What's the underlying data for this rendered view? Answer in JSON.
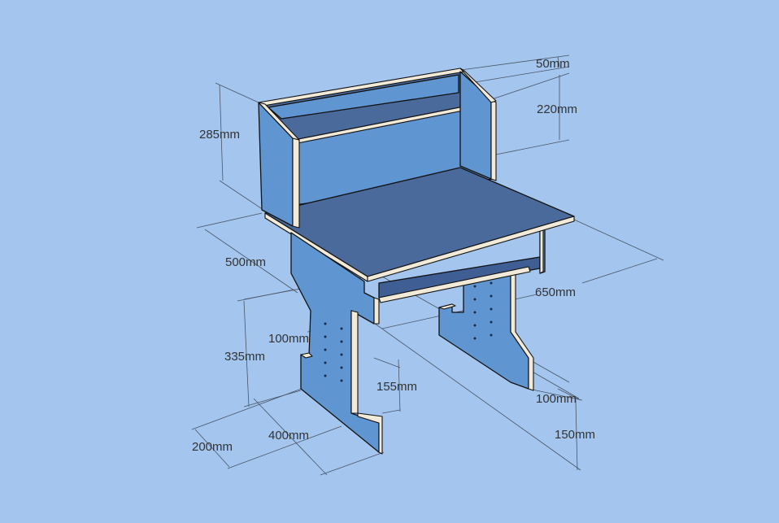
{
  "diagram": {
    "background_color": "#a3c5ee",
    "panel_colors": {
      "top_face": "#4a6a9c",
      "front_face": "#5f95d0",
      "shelf_face": "#3f5f94",
      "plywood_edge": "#f1ead9"
    },
    "dimensions": {
      "d50": "50mm",
      "d220": "220mm",
      "d285": "285mm",
      "d500": "500mm",
      "d650": "650mm",
      "d100_left": "100mm",
      "d335": "335mm",
      "d155": "155mm",
      "d100_right": "100mm",
      "d200": "200mm",
      "d400": "400mm",
      "d150": "150mm"
    }
  }
}
